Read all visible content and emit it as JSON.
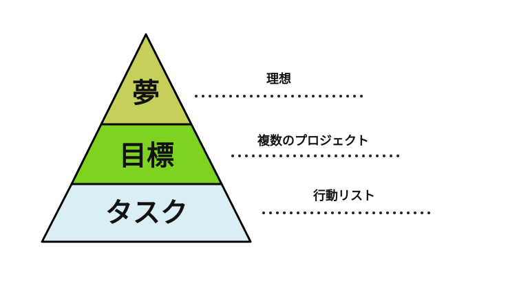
{
  "diagram": {
    "type": "pyramid",
    "tiers": [
      {
        "label": "夢",
        "color": "#c6cf5a",
        "annotation": "理想"
      },
      {
        "label": "目標",
        "color": "#7ed320",
        "annotation": "複数のプロジェクト"
      },
      {
        "label": "タスク",
        "color": "#d9eef5",
        "annotation": "行動リスト"
      }
    ],
    "outline_color": "#000000",
    "dot_color": "#222222"
  }
}
